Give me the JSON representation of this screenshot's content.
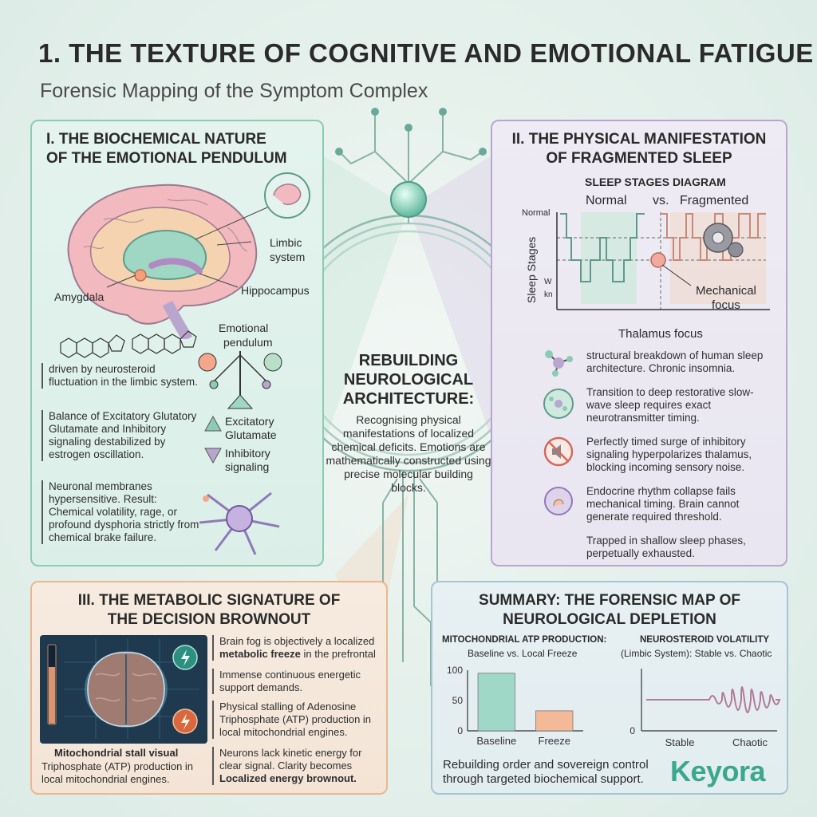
{
  "header": {
    "title": "1. THE TEXTURE OF COGNITIVE AND EMOTIONAL FATIGUE",
    "subtitle": "Forensic Mapping of the Symptom Complex"
  },
  "panel1": {
    "title_line1": "I. THE BIOCHEMICAL NATURE",
    "title_line2": "OF THE EMOTIONAL PENDULUM",
    "labels": {
      "limbic1": "Limbic",
      "limbic2": "system",
      "amygdala": "Amygdala",
      "hippocampus": "Hippocampus",
      "pendulum1": "Emotional",
      "pendulum2": "pendulum",
      "excitatory1": "Excitatory",
      "excitatory2": "Glutamate",
      "inhibitory1": "Inhibitory",
      "inhibitory2": "signaling"
    },
    "bullets": [
      "driven by neurosteroid fluctuation in the limbic system.",
      "Balance of Excitatory Glutatory Glutamate and Inhibitory signaling destabilized by estrogen oscillation.",
      "Neuronal membranes hypersensitive. Result: Chemical volatility, rage, or profound dysphoria strictly from chemical brake failure."
    ]
  },
  "panel2": {
    "title_line1": "II. THE PHYSICAL MANIFESTATION",
    "title_line2": "OF FRAGMENTED SLEEP",
    "diagram_title": "SLEEP STAGES DIAGRAM",
    "normal": "Normal",
    "vs": "vs.",
    "fragmented": "Fragmented",
    "y_label": "Sleep Stages",
    "y_tick_top": "Normal",
    "y_tick_w": "W",
    "y_tick_k": "kn",
    "mechanical1": "Mechanical",
    "mechanical2": "focus",
    "thalamus": "Thalamus focus",
    "items": [
      "structural breakdown of human sleep architecture. Chronic insomnia.",
      "Transition to deep restorative slow-wave sleep requires exact neurotransmitter timing.",
      "Perfectly timed surge of inhibitory signaling hyperpolarizes thalamus, blocking incoming sensory noise.",
      "Endocrine rhythm collapse fails mechanical timing. Brain cannot generate required threshold.",
      "Trapped in shallow sleep phases, perpetually exhausted."
    ]
  },
  "center": {
    "title_line1": "REBUILDING",
    "title_line2": "NEUROLOGICAL",
    "title_line3": "ARCHITECTURE:",
    "body": "Recognising physical manifestations of localized chemical deficits. Emotions are mathematically constructed using precise molecular building blocks."
  },
  "panel3": {
    "title_line1": "III. THE METABOLIC SIGNATURE OF",
    "title_line2": "THE DECISION BROWNOUT",
    "caption_bold": "Mitochondrial stall visual",
    "caption": "Triphosphate (ATP) production in local mitochondrial engines.",
    "bullet1_plain": "Brain fog is objectively a localized",
    "bullet1_bold": "metabolic freeze",
    "bullet1_tail": "in the prefrontal",
    "bullet2": "Immense continuous energetic support demands.",
    "bullet3": "Physical stalling of Adenosine Triphosphate (ATP) production in local mitochondrial engines.",
    "bullet4_plain": "Neurons lack kinetic energy for clear signal. Clarity becomes",
    "bullet4_bold": "Localized energy brownout."
  },
  "panel4": {
    "title_line1": "SUMMARY: THE FORENSIC MAP OF",
    "title_line2": "NEUROLOGICAL DEPLETION",
    "footer1": "Rebuilding order and sovereign control",
    "footer2": "through targeted biochemical support."
  },
  "chart_data": [
    {
      "type": "bar",
      "title": "MITOCHONDRIAL ATP PRODUCTION:",
      "subtitle": "Baseline vs. Local Freeze",
      "categories": [
        "Baseline",
        "Freeze"
      ],
      "values": [
        95,
        33
      ],
      "yticks": [
        "0",
        "50",
        "100"
      ],
      "ylim": [
        0,
        100
      ],
      "colors": [
        "#9fd8c6",
        "#f4b996"
      ]
    },
    {
      "type": "line",
      "title": "NEUROSTEROID VOLATILITY",
      "subtitle": "(Limbic System): Stable vs. Chaotic",
      "x_labels": [
        "Stable",
        "Chaotic"
      ],
      "yticks": [
        "0"
      ],
      "color": "#b07a9a"
    }
  ],
  "brand": {
    "name": "Keyora",
    "color": "#3aa78e"
  },
  "colors": {
    "teal": "#8ccbb4",
    "lavender": "#b9a6cf",
    "peach": "#e9b790"
  }
}
